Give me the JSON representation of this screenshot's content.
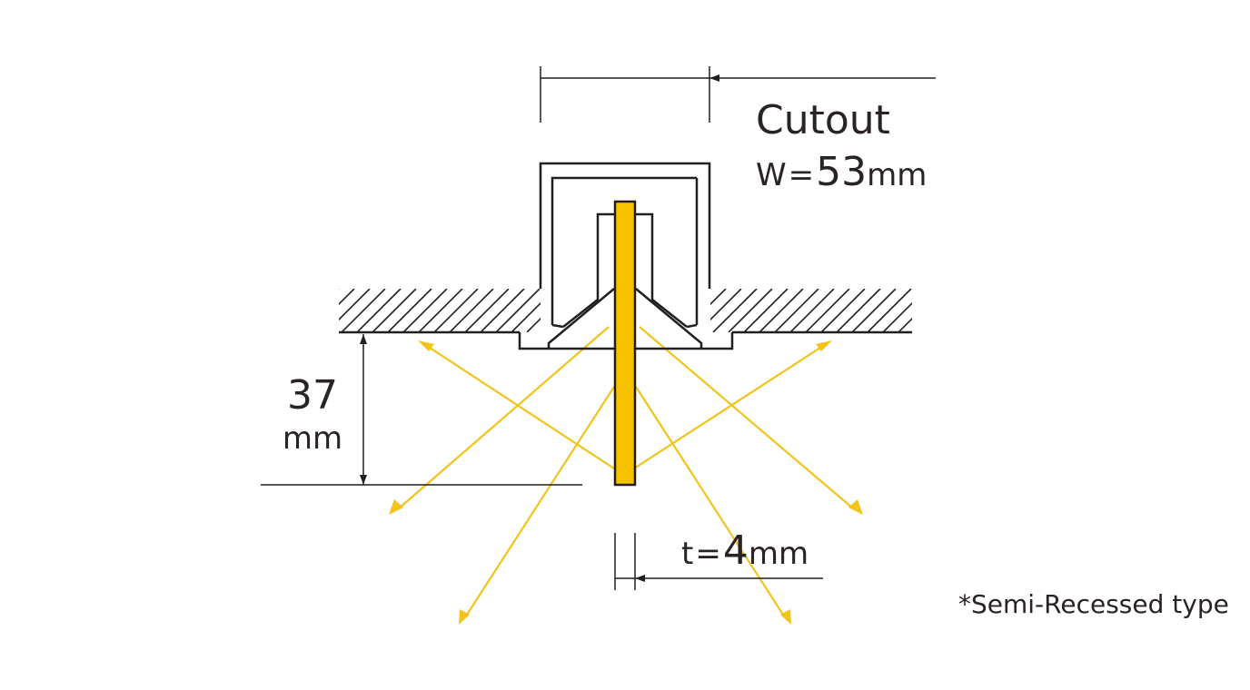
{
  "cutout": {
    "title": "Cutout",
    "w_prefix": "W",
    "w_eq": "=",
    "w_value": "53",
    "w_unit": "mm"
  },
  "depth": {
    "value": "37",
    "unit": "mm"
  },
  "thickness": {
    "prefix": "t",
    "eq": "=",
    "value": "4",
    "unit": "mm"
  },
  "note": "*Semi-Recessed type",
  "colors": {
    "ink": "#231f20",
    "led": "#f7c300",
    "ray": "#f2c31a",
    "text": "#2a2323"
  }
}
